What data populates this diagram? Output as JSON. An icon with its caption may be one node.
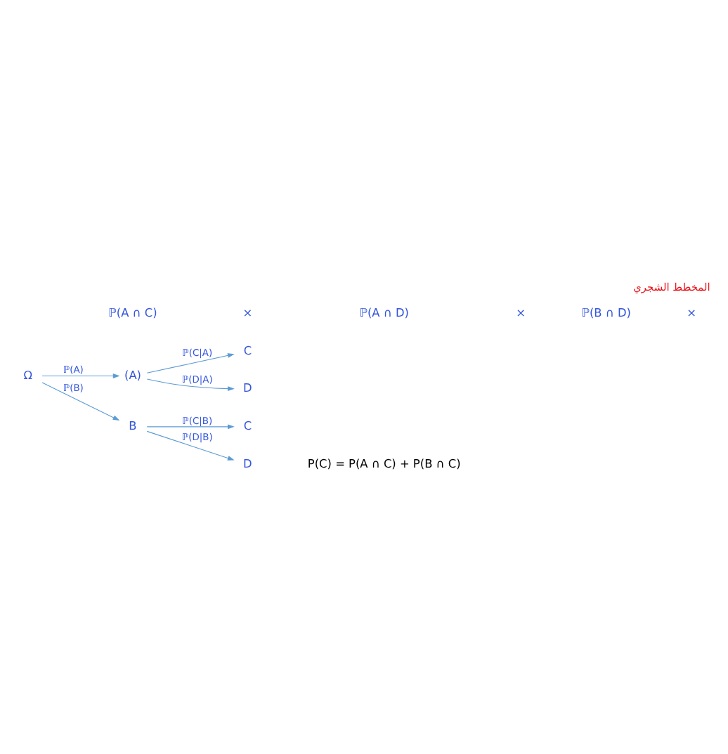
{
  "diagram": {
    "title": "المخطط الشجري",
    "caption": "P(C) = P(A ∩ C) + P(B ∩ C)",
    "nodes": [
      {
        "text": [
          "Ω"
        ]
      },
      {
        "text": [
          "(A)"
        ]
      },
      {
        "text": [
          "B"
        ]
      },
      {
        "text": [
          "C"
        ]
      },
      {
        "text": [
          "D"
        ]
      },
      {
        "text": [
          "C"
        ]
      },
      {
        "text": [
          "D"
        ]
      }
    ],
    "edges": [
      {
        "from": 0,
        "to": 1,
        "arrow": "to",
        "label": "ℙ(A)"
      },
      {
        "from": 0,
        "to": 2,
        "arrow": "to",
        "label": "ℙ(B)"
      },
      {
        "from": 1,
        "to": 3,
        "arrow": "to",
        "label": "ℙ(C|A)"
      },
      {
        "from": 1,
        "to": 4,
        "arrow": "to",
        "label": "ℙ(D|A)"
      },
      {
        "from": 2,
        "to": 5,
        "arrow": "to",
        "label": "ℙ(C|B)"
      },
      {
        "from": 2,
        "to": 6,
        "arrow": "to",
        "label": "ℙ(D|B)"
      }
    ],
    "labels": [
      "ℙ(A ∩ C)",
      "×",
      "ℙ(A ∩ D)",
      "×",
      "ℙ(B ∩ D)",
      "×"
    ]
  }
}
